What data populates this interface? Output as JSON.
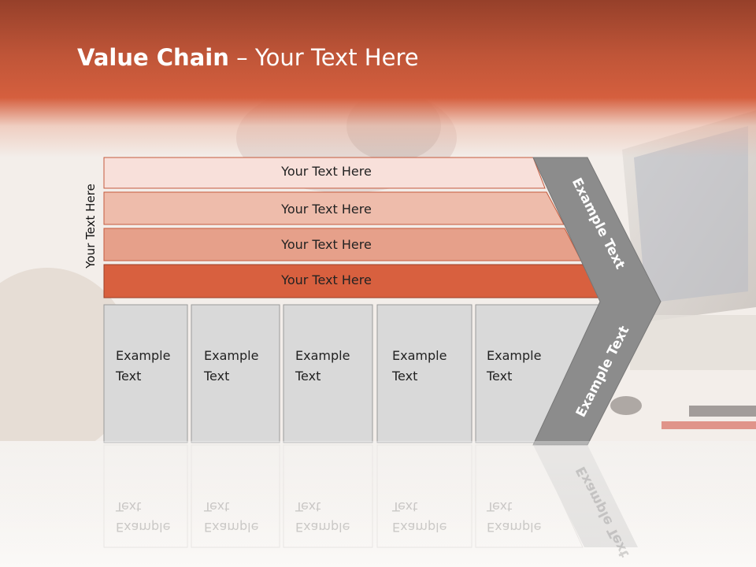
{
  "title": {
    "bold": "Value Chain",
    "separator": " – ",
    "rest": "Your Text Here"
  },
  "side_label": "Your Text Here",
  "rows": [
    {
      "label": "Your Text Here",
      "color": "#f8e0da"
    },
    {
      "label": "Your Text Here",
      "color": "#eebcab"
    },
    {
      "label": "Your Text Here",
      "color": "#e6a08a"
    },
    {
      "label": "Your Text Here",
      "color": "#d8603f"
    }
  ],
  "boxes": [
    {
      "line1": "Example",
      "line2": "Text"
    },
    {
      "line1": "Example",
      "line2": "Text"
    },
    {
      "line1": "Example",
      "line2": "Text"
    },
    {
      "line1": "Example",
      "line2": "Text"
    },
    {
      "line1": "Example",
      "line2": "Text"
    }
  ],
  "chevron": {
    "upper": "Example Text",
    "lower": "Example Text",
    "color": "#8c8c8c"
  },
  "colors": {
    "accent": "#d55f3e",
    "box_fill": "#d9d9d9",
    "header_dark": "#96402a"
  }
}
